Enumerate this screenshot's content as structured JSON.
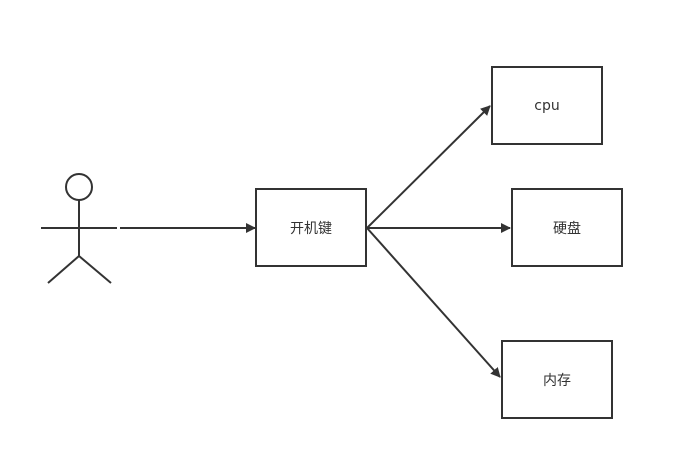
{
  "nodes": {
    "power_key": "开机键",
    "cpu": "cpu",
    "disk": "硬盘",
    "memory": "内存"
  },
  "colors": {
    "stroke": "#333333",
    "background": "#ffffff"
  },
  "icons": {
    "actor": "stick-figure-icon"
  }
}
